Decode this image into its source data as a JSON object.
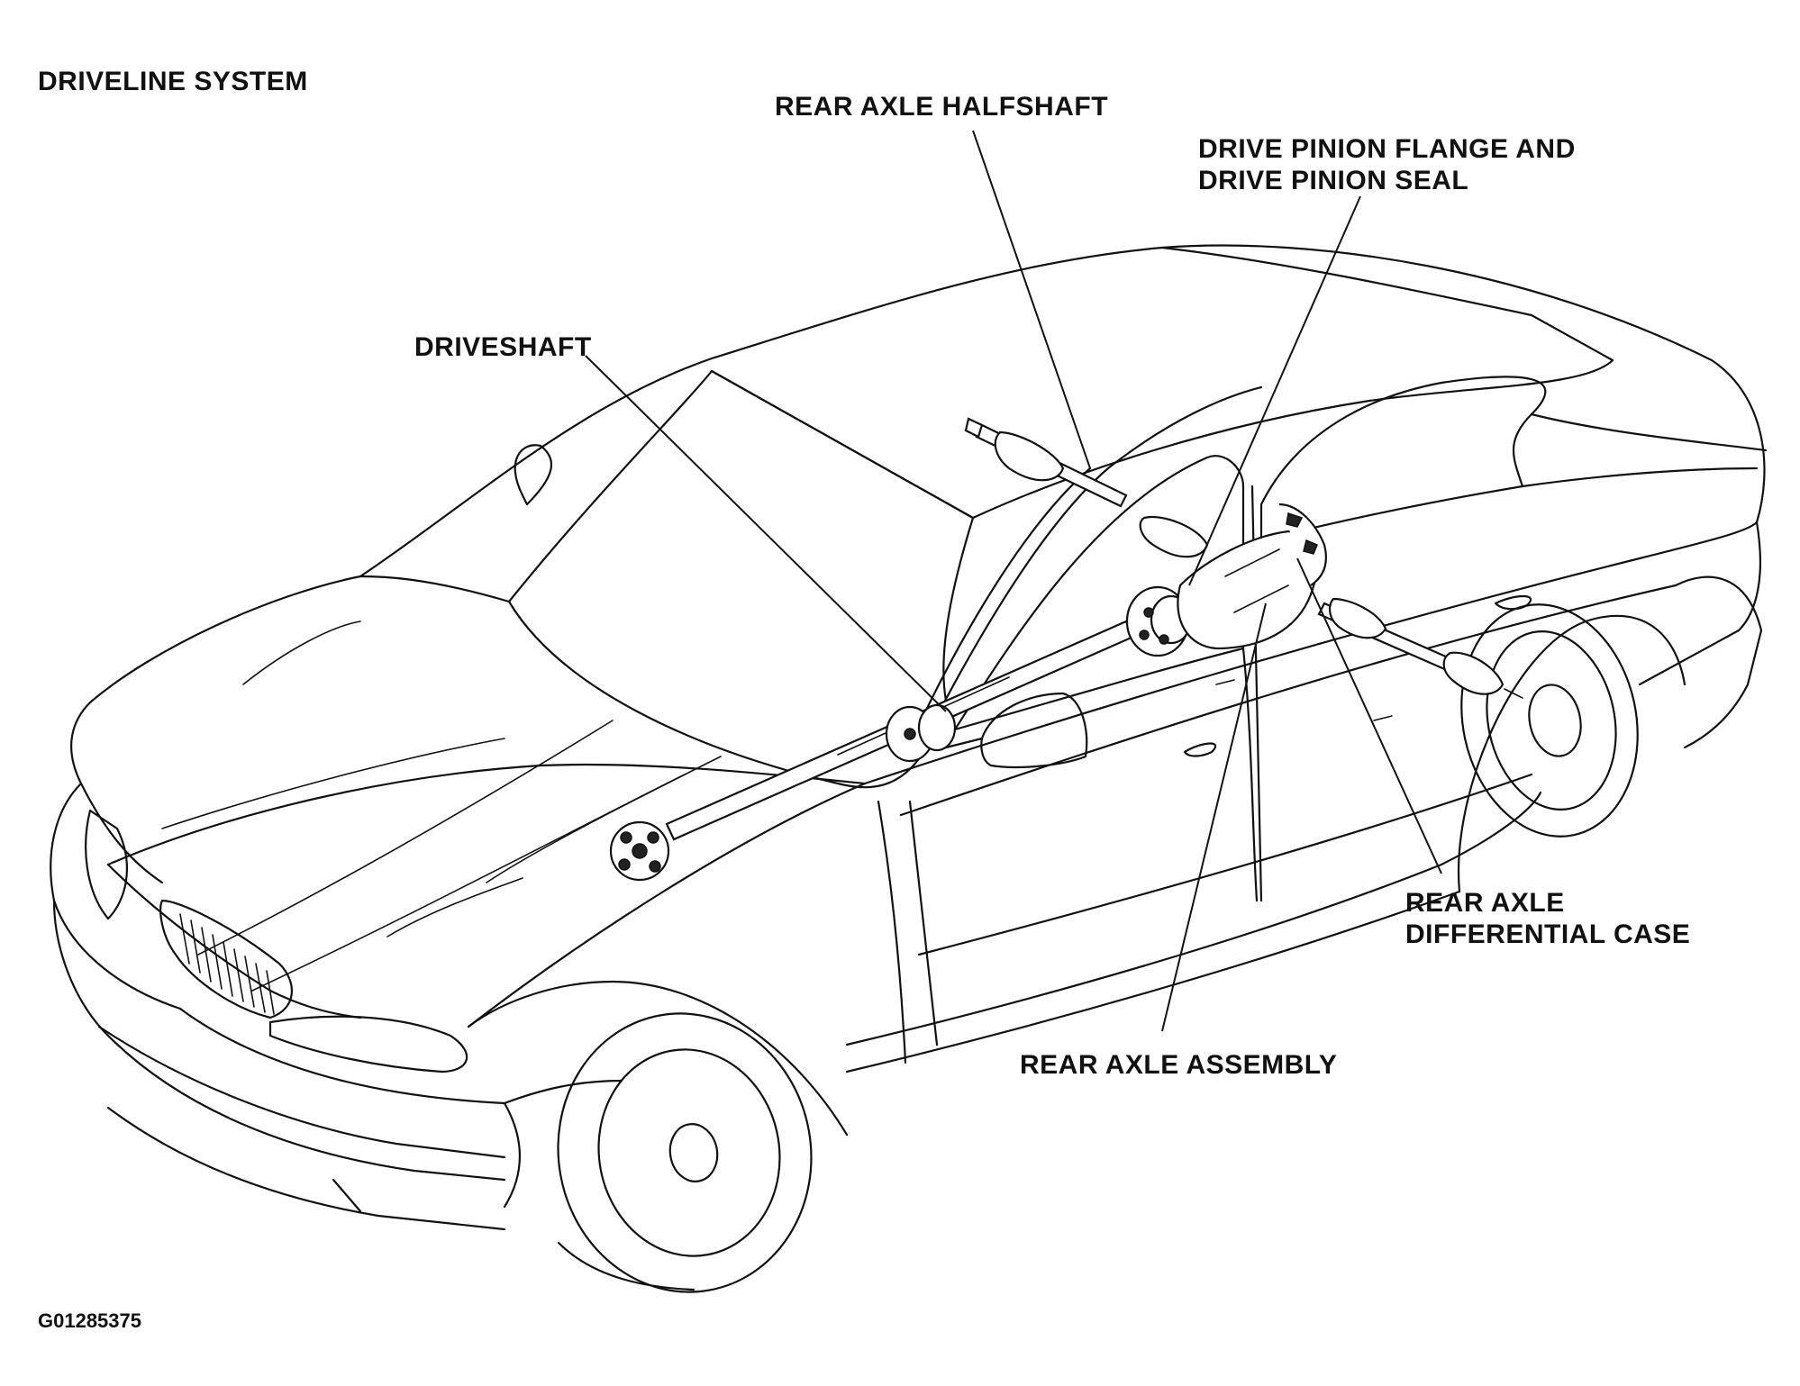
{
  "title": "DRIVELINE SYSTEM",
  "figure_id": "G01285375",
  "callouts": {
    "rear_axle_halfshaft": "REAR AXLE HALFSHAFT",
    "pinion_line1": "DRIVE PINION FLANGE AND",
    "pinion_line2": "DRIVE PINION SEAL",
    "driveshaft": "DRIVESHAFT",
    "diff_line1": "REAR AXLE",
    "diff_line2": "DIFFERENTIAL CASE",
    "rear_axle_assembly": "REAR AXLE ASSEMBLY"
  }
}
